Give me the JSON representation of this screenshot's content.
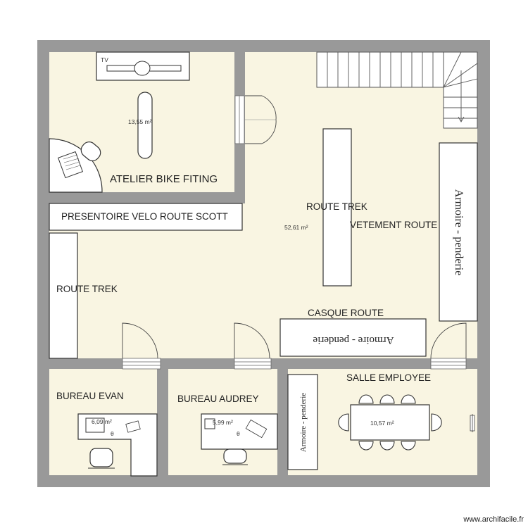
{
  "rooms": {
    "atelier": {
      "label": "ATELIER BIKE FITING",
      "area": "13,55 m²",
      "tv": "TV"
    },
    "main": {
      "area": "52,61 m²"
    },
    "bureau_evan": {
      "label": "BUREAU EVAN",
      "area": "6,09 m²"
    },
    "bureau_audrey": {
      "label": "BUREAU AUDREY",
      "area": "5,99 m²"
    },
    "salle_employee": {
      "label": "SALLE EMPLOYEE",
      "area": "10,57 m²"
    }
  },
  "labels": {
    "presentoire": "PRESENTOIRE VELO ROUTE SCOTT",
    "route_trek_center": "ROUTE TREK",
    "route_trek_left": "ROUTE TREK",
    "vetement_route": "VETEMENT ROUTE",
    "casque_route": "CASQUE ROUTE",
    "armoire_right": "Armoire - penderie",
    "armoire_center": "Armoire - penderie",
    "armoire_employee": "Armoire - penderie"
  },
  "footer": {
    "credit": "www.archifacile.fr"
  },
  "colors": {
    "wall": "#999999",
    "floor": "#f9f5e2",
    "furniture": "#ffffff"
  }
}
